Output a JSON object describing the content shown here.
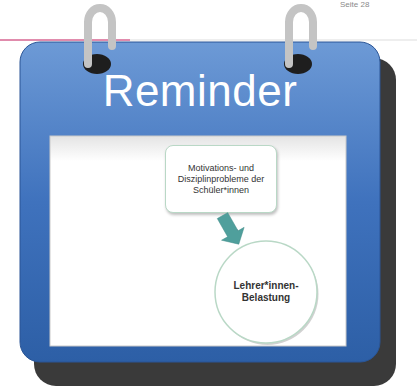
{
  "diagram": {
    "title": "Reminder",
    "nodes": [
      {
        "text": [
          "Motivations- und Disziplinprobleme der Schüler*innen"
        ]
      },
      {
        "text": [
          "Lehrer*innen-Belastung"
        ]
      }
    ],
    "edges": [
      {
        "from": 0,
        "to": 1,
        "arrow": "to",
        "label": "+"
      }
    ],
    "labels": [
      "Seite 28"
    ]
  }
}
